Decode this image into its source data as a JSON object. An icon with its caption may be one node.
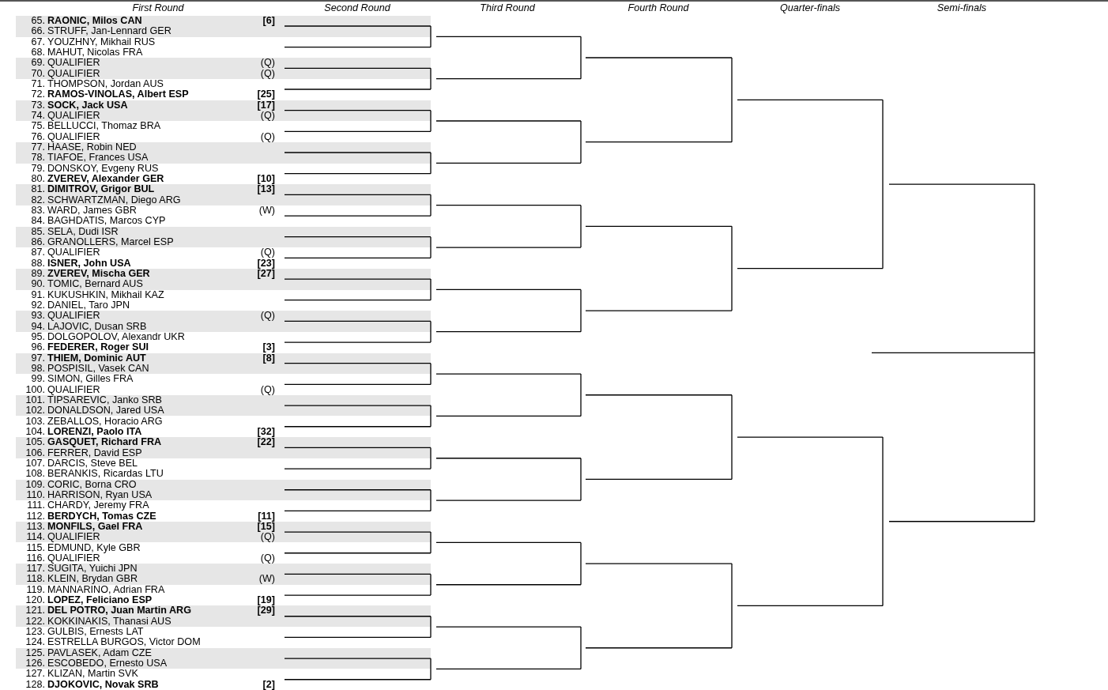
{
  "diagram": {
    "labels": [
      "First Round",
      "Second Round",
      "Third Round",
      "Fourth Round",
      "Quarter-finals",
      "Semi-finals",
      "65.",
      "**RAONIC, Milos CAN**",
      "[6]",
      "66.",
      "STRUFF, Jan-Lennard GER",
      "67.",
      "YOUZHNY, Mikhail RUS",
      "68.",
      "MAHUT, Nicolas FRA",
      "69.",
      "QUALIFIER",
      "(Q)",
      "70.",
      "QUALIFIER",
      "(Q)",
      "71.",
      "THOMPSON, Jordan AUS",
      "72.",
      "**RAMOS-VINOLAS, Albert ESP**",
      "[25]",
      "73.",
      "**SOCK, Jack USA**",
      "[17]",
      "74.",
      "QUALIFIER",
      "(Q)",
      "75.",
      "BELLUCCI, Thomaz BRA",
      "76.",
      "QUALIFIER",
      "(Q)",
      "77.",
      "HAASE, Robin NED",
      "78.",
      "TIAFOE, Frances USA",
      "79.",
      "DONSKOY, Evgeny RUS",
      "80.",
      "**ZVEREV, Alexander GER**",
      "[10]",
      "81.",
      "**DIMITROV, Grigor BUL**",
      "[13]",
      "82.",
      "SCHWARTZMAN, Diego ARG",
      "83.",
      "WARD, James GBR",
      "(W)",
      "84.",
      "BAGHDATIS, Marcos CYP",
      "85.",
      "SELA, Dudi ISR",
      "86.",
      "GRANOLLERS, Marcel ESP",
      "87.",
      "QUALIFIER",
      "(Q)",
      "88.",
      "**ISNER, John USA**",
      "[23]",
      "89.",
      "**ZVEREV, Mischa GER**",
      "[27]",
      "90.",
      "TOMIC, Bernard AUS",
      "91.",
      "KUKUSHKIN, Mikhail KAZ",
      "92.",
      "DANIEL, Taro JPN",
      "93.",
      "QUALIFIER",
      "(Q)",
      "94.",
      "LAJOVIC, Dusan SRB",
      "95.",
      "DOLGOPOLOV, Alexandr UKR",
      "96.",
      "**FEDERER, Roger SUI**",
      "[3]",
      "97.",
      "**THIEM, Dominic AUT**",
      "[8]",
      "98.",
      "POSPISIL, Vasek CAN",
      "99.",
      "SIMON, Gilles FRA",
      "100.",
      "QUALIFIER",
      "(Q)",
      "101.",
      "TIPSAREVIC, Janko SRB",
      "102.",
      "DONALDSON, Jared USA",
      "103.",
      "ZEBALLOS, Horacio ARG",
      "104.",
      "**LORENZI, Paolo ITA**",
      "[32]",
      "105.",
      "**GASQUET, Richard FRA**",
      "[22]",
      "106.",
      "FERRER, David ESP",
      "107.",
      "DARCIS, Steve BEL",
      "108.",
      "BERANKIS, Ricardas LTU",
      "109.",
      "CORIC, Borna CRO",
      "110.",
      "HARRISON, Ryan USA",
      "111.",
      "CHARDY, Jeremy FRA",
      "112.",
      "**BERDYCH, Tomas CZE**",
      "[11]",
      "113.",
      "**MONFILS, Gael FRA**",
      "[15]",
      "114.",
      "QUALIFIER",
      "(Q)",
      "115.",
      "EDMUND, Kyle GBR",
      "116.",
      "QUALIFIER",
      "(Q)",
      "117.",
      "SUGITA, Yuichi JPN",
      "118.",
      "KLEIN, Brydan GBR",
      "(W)",
      "119.",
      "MANNARINO, Adrian FRA",
      "120.",
      "**LOPEZ, Feliciano ESP**",
      "[19]",
      "121.",
      "**DEL POTRO, Juan Martin ARG**",
      "[29]",
      "122.",
      "KOKKINAKIS, Thanasi AUS",
      "123.",
      "GULBIS, Ernests LAT",
      "124.",
      "ESTRELLA BURGOS, Victor DOM",
      "125.",
      "PAVLASEK, Adam CZE",
      "126.",
      "ESCOBEDO, Ernesto USA",
      "127.",
      "KLIZAN, Martin SVK",
      "128.",
      "**DJOKOVIC, Novak SRB**",
      "[2]"
    ]
  }
}
